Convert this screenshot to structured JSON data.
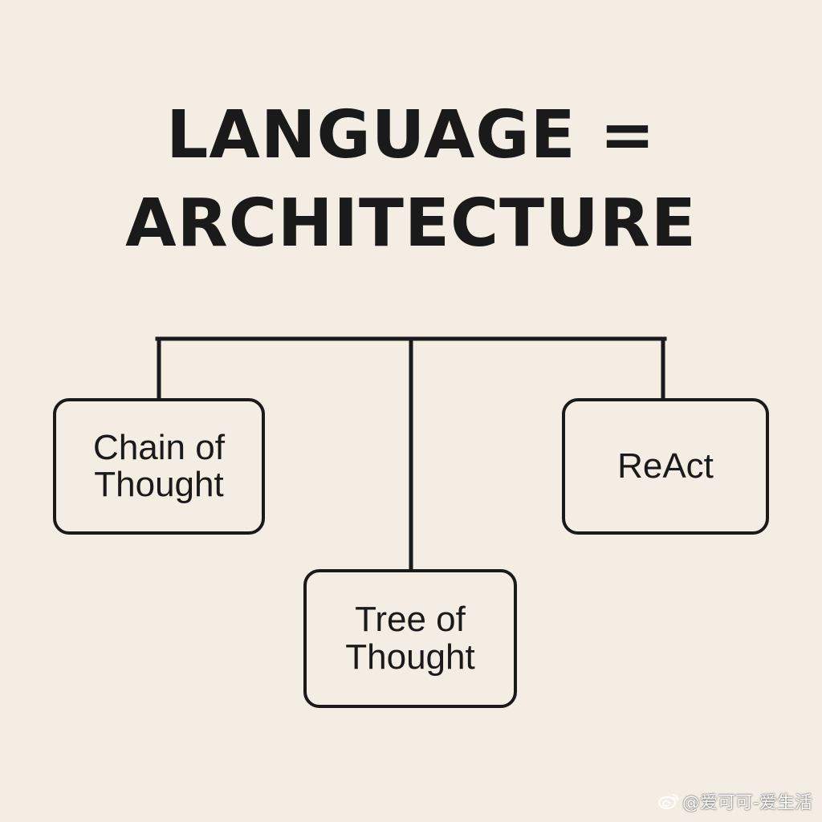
{
  "title": {
    "line1": "LANGUAGE =",
    "line2": "ARCHITECTURE"
  },
  "nodes": {
    "chain_of_thought": {
      "line1": "Chain of",
      "line2": "Thought"
    },
    "react": {
      "label": "ReAct"
    },
    "tree_of_thought": {
      "line1": "Tree of",
      "line2": "Thought"
    }
  },
  "watermark": {
    "text": "@爱可可-爱生活",
    "icon": "weibo-icon"
  },
  "colors": {
    "background": "#f3ede3",
    "ink": "#1a1a1a"
  }
}
